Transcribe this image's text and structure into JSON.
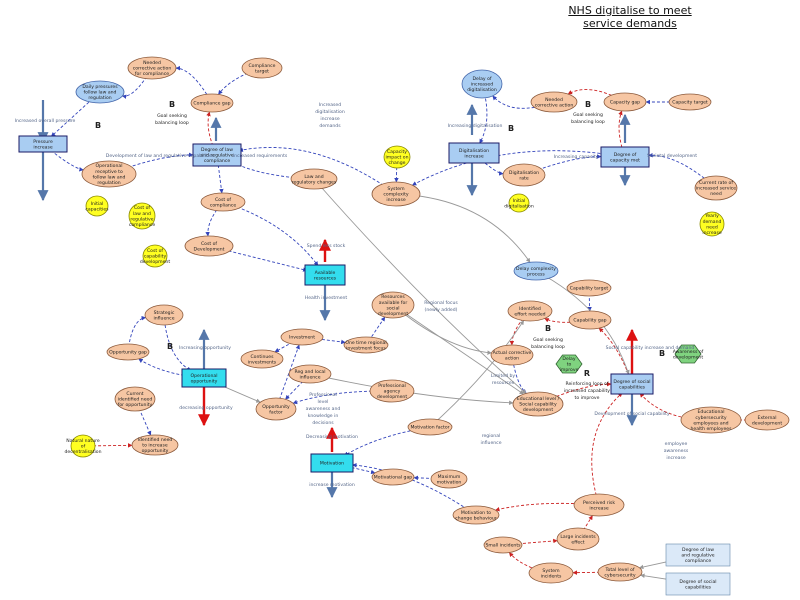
{
  "title_line1": "NHS digitalise to meet",
  "title_line2": "service demands",
  "nodes": [
    {
      "id": "needed_corr_tl",
      "type": "var",
      "text": [
        "Needed",
        "corrective action",
        "for compliance"
      ]
    },
    {
      "id": "compliance_target",
      "type": "var",
      "text": [
        "Compliance",
        "target"
      ]
    },
    {
      "id": "compliance_gap",
      "type": "var",
      "text": [
        "Compliance gap"
      ]
    },
    {
      "id": "daily_pressures",
      "type": "blue",
      "text": [
        "Daily pressures",
        "follow law and",
        "regulation"
      ]
    },
    {
      "id": "pressure_increase",
      "type": "rate",
      "text": [
        "Pressure",
        "increase"
      ]
    },
    {
      "id": "operational_receptive",
      "type": "var",
      "text": [
        "Operational",
        "receptive to",
        "follow law and",
        "regulation"
      ]
    },
    {
      "id": "degree_law_compliance",
      "type": "rate",
      "text": [
        "Degree of law",
        "and regulative",
        "compliance"
      ]
    },
    {
      "id": "law_reg_changes",
      "type": "var",
      "text": [
        "Law and",
        "regulatory changes"
      ]
    },
    {
      "id": "capacity_impact",
      "type": "yellow",
      "text": [
        "Capacity",
        "impact on",
        "change"
      ]
    },
    {
      "id": "system_complexity",
      "type": "var",
      "text": [
        "System",
        "complexity",
        "increase"
      ]
    },
    {
      "id": "cost_of_compliance",
      "type": "var",
      "text": [
        "Cost of",
        "compliance"
      ]
    },
    {
      "id": "cost_of_development",
      "type": "var",
      "text": [
        "Cost of",
        "Development"
      ]
    },
    {
      "id": "initial_capacities",
      "type": "yellow",
      "text": [
        "Initial",
        "capacities"
      ]
    },
    {
      "id": "law_reg_compliance_y",
      "type": "yellow",
      "text": [
        "Cost of",
        "law and",
        "regulative",
        "compliance"
      ]
    },
    {
      "id": "cost_capability_y",
      "type": "yellow",
      "text": [
        "Cost of",
        "capability",
        "development"
      ]
    },
    {
      "id": "delay_digital",
      "type": "blue",
      "text": [
        "Delay of",
        "increased",
        "digitalisation"
      ]
    },
    {
      "id": "needed_corr_tr",
      "type": "var",
      "text": [
        "Needed",
        "corrective action"
      ]
    },
    {
      "id": "capacity_gap",
      "type": "var",
      "text": [
        "Capacity gap"
      ]
    },
    {
      "id": "capacity_target",
      "type": "var",
      "text": [
        "Capacity target"
      ]
    },
    {
      "id": "digitalisation_increase",
      "type": "rate",
      "text": [
        "Digitalisation",
        "increase"
      ]
    },
    {
      "id": "digitalisation_rate",
      "type": "var",
      "text": [
        "Digitalisation",
        "rate"
      ]
    },
    {
      "id": "initial_digital",
      "type": "yellow",
      "text": [
        "Initial",
        "digitalisation"
      ]
    },
    {
      "id": "degree_capacity_met",
      "type": "rate",
      "text": [
        "Degree of",
        "capacity met"
      ]
    },
    {
      "id": "current_rate_demand",
      "type": "var",
      "text": [
        "Current rate of",
        "increased service",
        "need"
      ]
    },
    {
      "id": "yearly_demand",
      "type": "yellow",
      "text": [
        "Yearly",
        "demand",
        "need",
        "increase"
      ]
    },
    {
      "id": "available_resources",
      "type": "cyanrate",
      "text": [
        "Available",
        "resources"
      ]
    },
    {
      "id": "delay_complexity",
      "type": "blue",
      "text": [
        "Delay complexity",
        "process"
      ]
    },
    {
      "id": "resources_social",
      "type": "var",
      "text": [
        "Resources",
        "available for",
        "social",
        "development"
      ]
    },
    {
      "id": "capability_target",
      "type": "var",
      "text": [
        "Capability target"
      ]
    },
    {
      "id": "identified_effort",
      "type": "var",
      "text": [
        "Identified",
        "effort needed"
      ]
    },
    {
      "id": "capability_gap",
      "type": "var",
      "text": [
        "Capability gap"
      ]
    },
    {
      "id": "delay_to_improve",
      "type": "green",
      "text": [
        "Delay",
        "to",
        "improve"
      ]
    },
    {
      "id": "actual_corrective",
      "type": "var",
      "text": [
        "Actual corrective",
        "action"
      ]
    },
    {
      "id": "social_capability_dev",
      "type": "var",
      "text": [
        "Educational level /",
        "Social capability",
        "development"
      ]
    },
    {
      "id": "degree_social_capabilities",
      "type": "rate",
      "text": [
        "Degree of social",
        "capabilities"
      ]
    },
    {
      "id": "awareness_dev",
      "type": "green",
      "text": [
        "Awareness of",
        "development"
      ]
    },
    {
      "id": "educational_cybersec",
      "type": "var",
      "text": [
        "Educational",
        "cybersecurity",
        "employees and",
        "health employees"
      ]
    },
    {
      "id": "external_development",
      "type": "var",
      "text": [
        "External",
        "development"
      ]
    },
    {
      "id": "strategic_influence",
      "type": "var",
      "text": [
        "Strategic",
        "influence"
      ]
    },
    {
      "id": "opportunity_gap",
      "type": "var",
      "text": [
        "Opportunity gap"
      ]
    },
    {
      "id": "operational_opportunity",
      "type": "cyanrate",
      "text": [
        "Operational",
        "opportunity"
      ]
    },
    {
      "id": "current_identified",
      "type": "var",
      "text": [
        "Current",
        "identified need",
        "for opportunity"
      ]
    },
    {
      "id": "identified_need",
      "type": "var",
      "text": [
        "Identified need",
        "to increase",
        "opportunity"
      ]
    },
    {
      "id": "natural_nature",
      "type": "yellow",
      "text": [
        "Natural nature",
        "of",
        "decentralisation"
      ]
    },
    {
      "id": "investment",
      "type": "var",
      "text": [
        "Investment"
      ]
    },
    {
      "id": "continues_investments",
      "type": "var",
      "text": [
        "Continues",
        "investments"
      ]
    },
    {
      "id": "onetime_regional",
      "type": "var",
      "text": [
        "One time regional",
        "investment focus"
      ]
    },
    {
      "id": "regional_local",
      "type": "var",
      "text": [
        "Reg and local",
        "influence"
      ]
    },
    {
      "id": "opportunity_factor",
      "type": "var",
      "text": [
        "Opportunity",
        "factor"
      ]
    },
    {
      "id": "professional_agency",
      "type": "var",
      "text": [
        "Professional",
        "agency",
        "development"
      ]
    },
    {
      "id": "motivation_factor",
      "type": "var",
      "text": [
        "Motivation factor"
      ]
    },
    {
      "id": "motivation",
      "type": "cyanrate",
      "text": [
        "Motivation"
      ]
    },
    {
      "id": "motivational_gap",
      "type": "var",
      "text": [
        "Motivational gap"
      ]
    },
    {
      "id": "maximum_motivation",
      "type": "var",
      "text": [
        "Maximum",
        "motivation"
      ]
    },
    {
      "id": "motivation_change",
      "type": "var",
      "text": [
        "Motivation to",
        "change behaviour"
      ]
    },
    {
      "id": "perceived_risk",
      "type": "var",
      "text": [
        "Perceived risk",
        "increase"
      ]
    },
    {
      "id": "large_incidents",
      "type": "var",
      "text": [
        "Large incidents",
        "effect"
      ]
    },
    {
      "id": "small_incidents",
      "type": "var",
      "text": [
        "Small incidents"
      ]
    },
    {
      "id": "system_incidents",
      "type": "var",
      "text": [
        "System",
        "incidents"
      ]
    },
    {
      "id": "total_level_cyber",
      "type": "var",
      "text": [
        "Total level of",
        "cybersecurity"
      ]
    },
    {
      "id": "deg_law_compliance_box",
      "type": "box",
      "text": [
        "Degree of law",
        "and regulative",
        "compliance"
      ]
    },
    {
      "id": "deg_social_cap_box",
      "type": "box",
      "text": [
        "Degree of social",
        "capabilities"
      ]
    }
  ],
  "annotations": [
    {
      "id": "b1",
      "text": "B",
      "big": true
    },
    {
      "id": "b1_label",
      "text": "Goal seeking"
    },
    {
      "id": "b1_label2",
      "text": "balancing loop"
    },
    {
      "id": "b2",
      "text": "B",
      "big": true
    },
    {
      "id": "b3",
      "text": "B",
      "big": true
    },
    {
      "id": "b4",
      "text": "B",
      "big": true
    },
    {
      "id": "b4_label",
      "text": "Goal seeking"
    },
    {
      "id": "b4_label2",
      "text": "balancing loop"
    },
    {
      "id": "b5",
      "text": "B",
      "big": true
    },
    {
      "id": "b5_label",
      "text": "Goal seeking"
    },
    {
      "id": "b5_label2",
      "text": "balancing loop"
    },
    {
      "id": "r1",
      "text": "R",
      "big": true
    },
    {
      "id": "r1_label",
      "text": "Reinforcing loop of"
    },
    {
      "id": "r1_label2",
      "text": "increased capability"
    },
    {
      "id": "r1_label3",
      "text": "to improve"
    },
    {
      "id": "b6",
      "text": "B",
      "big": true
    },
    {
      "id": "b7",
      "text": "B",
      "big": true
    },
    {
      "id": "flow_increase_pressure",
      "text": "Increased overall pressure"
    },
    {
      "id": "flow_dev_law",
      "text": "Development of law and regulative capabilities"
    },
    {
      "id": "flow_inc_req",
      "text": "Increased requirements"
    },
    {
      "id": "flow_inc_digital_top",
      "text": "Increased"
    },
    {
      "id": "flow_inc_digital_top2",
      "text": "digitalisation"
    },
    {
      "id": "flow_inc_digital_top3",
      "text": "increase"
    },
    {
      "id": "flow_inc_digital_top4",
      "text": "demands"
    },
    {
      "id": "flow_inc_digital",
      "text": "Increasing digitalisation"
    },
    {
      "id": "flow_inc_capacity",
      "text": "Increasing capacity"
    },
    {
      "id": "flow_societal",
      "text": "Societal development"
    },
    {
      "id": "flow_spend",
      "text": "Spend less stock"
    },
    {
      "id": "flow_health_invest",
      "text": "Health investment"
    },
    {
      "id": "flow_regional_focus",
      "text": "Regional focus"
    },
    {
      "id": "flow_regional_focus2",
      "text": "(newly added)"
    },
    {
      "id": "flow_limited",
      "text": "Limited by"
    },
    {
      "id": "flow_limited2",
      "text": "resources"
    },
    {
      "id": "flow_social_cap_demand",
      "text": "Social capability increase and demand"
    },
    {
      "id": "flow_dev_social",
      "text": "Development of social capability"
    },
    {
      "id": "flow_employee",
      "text": "employee"
    },
    {
      "id": "flow_employee2",
      "text": "awareness"
    },
    {
      "id": "flow_employee3",
      "text": "increase"
    },
    {
      "id": "flow_inc_opp",
      "text": "Increasing opportunity"
    },
    {
      "id": "flow_dec_opp",
      "text": "decreasing opportunity"
    },
    {
      "id": "flow_prof",
      "text": "Professional"
    },
    {
      "id": "flow_prof2",
      "text": "level"
    },
    {
      "id": "flow_prof3",
      "text": "awareness and"
    },
    {
      "id": "flow_prof4",
      "text": "knowledge in"
    },
    {
      "id": "flow_prof5",
      "text": "decisions"
    },
    {
      "id": "flow_regional_infl",
      "text": "regional"
    },
    {
      "id": "flow_regional_infl2",
      "text": "influence"
    },
    {
      "id": "flow_dec_motivation",
      "text": "Decreasing motivation"
    },
    {
      "id": "flow_inc_motivation",
      "text": "increase motivation"
    }
  ],
  "colors": {
    "var_fill": "#f6c6a3",
    "var_stroke": "#8b5a3c",
    "blue_fill": "#a9cdf2",
    "yellow_fill": "#ffff22",
    "green_fill": "#7fd37f",
    "rate_fill": "#a9cdf2",
    "cyan_fill": "#33ddee",
    "box_fill": "#dbe9f8",
    "blue_link": "#3344bb",
    "red_link": "#cc2222",
    "grey_link": "#999999",
    "flow_arrow": "#5577aa"
  }
}
